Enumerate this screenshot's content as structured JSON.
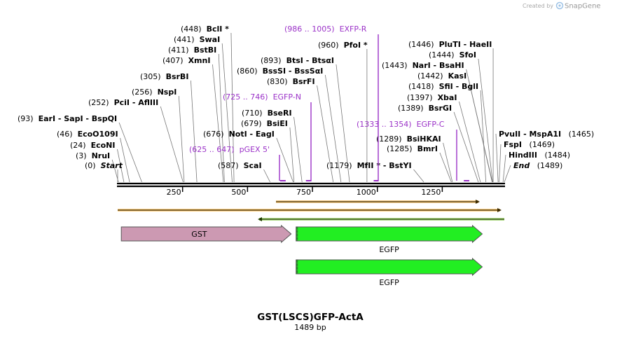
{
  "credit": {
    "prefix": "Created by",
    "brand": "SnapGene"
  },
  "sequence": {
    "name": "GST(LSCS)GFP-ActA",
    "length_label": "1489 bp",
    "length": 1489
  },
  "ruler_ticks": [
    "250",
    "500",
    "750",
    "1000",
    "1250"
  ],
  "sites": [
    {
      "pos": "(0)",
      "name": "Start",
      "italic": true
    },
    {
      "pos": "(3)",
      "name": "NruI"
    },
    {
      "pos": "(24)",
      "name": "EcoNI"
    },
    {
      "pos": "(46)",
      "name": "EcoO109I"
    },
    {
      "pos": "(93)",
      "name": "EarI - SapI - BspQI"
    },
    {
      "pos": "(252)",
      "name": "PciI - AflIII"
    },
    {
      "pos": "(256)",
      "name": "NspI"
    },
    {
      "pos": "(305)",
      "name": "BsrBI"
    },
    {
      "pos": "(407)",
      "name": "XmnI"
    },
    {
      "pos": "(411)",
      "name": "BstBI"
    },
    {
      "pos": "(441)",
      "name": "SwaI"
    },
    {
      "pos": "(448)",
      "name": "BclI *"
    },
    {
      "pos": "(587)",
      "name": "ScaI"
    },
    {
      "pos": "(676)",
      "name": "NotI - EagI"
    },
    {
      "pos": "(679)",
      "name": "BsiEI"
    },
    {
      "pos": "(710)",
      "name": "BseRI"
    },
    {
      "pos": "(830)",
      "name": "BsrFI"
    },
    {
      "pos": "(860)",
      "name": "BssSI - BssSαI"
    },
    {
      "pos": "(893)",
      "name": "BtsI - BtsαI"
    },
    {
      "pos": "(960)",
      "name": "PfoI *"
    },
    {
      "pos": "(1179)",
      "name": "MfII * - BstYI"
    },
    {
      "pos": "(1285)",
      "name": "BmrI"
    },
    {
      "pos": "(1289)",
      "name": "BsiHKAI"
    },
    {
      "pos": "(1389)",
      "name": "BsrGI"
    },
    {
      "pos": "(1397)",
      "name": "XbaI"
    },
    {
      "pos": "(1418)",
      "name": "SfiI - BglI"
    },
    {
      "pos": "(1442)",
      "name": "KasI"
    },
    {
      "pos": "(1443)",
      "name": "NarI - BsaHI"
    },
    {
      "pos": "(1444)",
      "name": "SfoI"
    },
    {
      "pos": "(1446)",
      "name": "PluTI - HaeII"
    },
    {
      "name": "PvuII - MspA1I",
      "pos": "(1465)",
      "right": true
    },
    {
      "name": "FspI",
      "pos": "(1469)",
      "right": true
    },
    {
      "name": "HindIII",
      "pos": "(1484)",
      "right": true
    },
    {
      "name": "End",
      "pos": "(1489)",
      "right": true,
      "italic": true
    }
  ],
  "primers": [
    {
      "range": "(625 .. 647)",
      "name": "pGEX 5'"
    },
    {
      "range": "(725 .. 746)",
      "name": "EGFP-N"
    },
    {
      "range": "(986 .. 1005)",
      "name": "EXFP-R"
    },
    {
      "range": "(1333 .. 1354)",
      "name": "EGFP-C"
    }
  ],
  "features": [
    {
      "name": "GST",
      "color": "#cc99b2",
      "start": 14,
      "end": 668
    },
    {
      "name": "EGFP",
      "color": "#22ee22",
      "start": 687,
      "end": 1404
    },
    {
      "name": "EGFP",
      "color": "#22ee22",
      "start": 687,
      "end": 1404
    }
  ],
  "colors": {
    "primer": "#9b32c8",
    "orf_orange": "#f5a623",
    "orf_green": "#8bd14a",
    "backbone": "#000000"
  }
}
